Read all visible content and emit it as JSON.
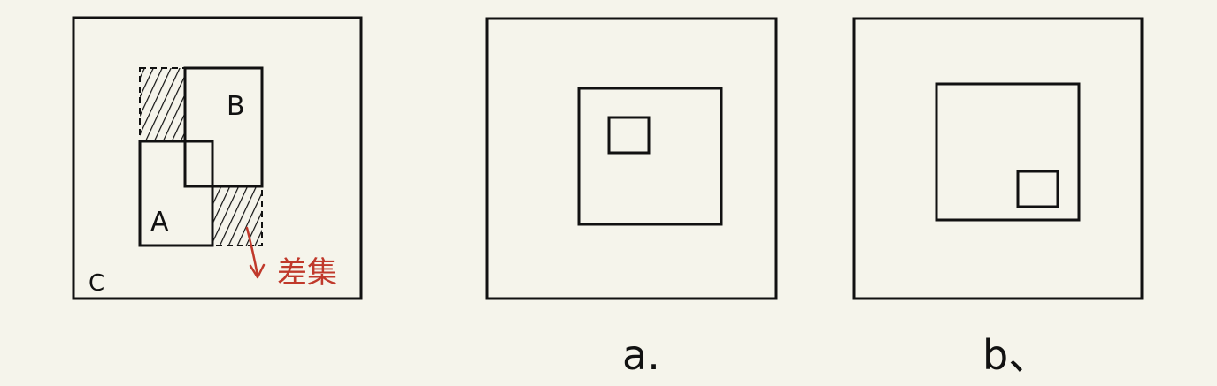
{
  "colors": {
    "background": "#f5f4eb",
    "stroke": "#111111",
    "annotation": "#c0392b"
  },
  "figure_left": {
    "label_a": "A",
    "label_b": "B",
    "label_c": "C",
    "annotation_text": "差集"
  },
  "figure_middle": {
    "caption": "a."
  },
  "figure_right": {
    "caption": "b、"
  }
}
